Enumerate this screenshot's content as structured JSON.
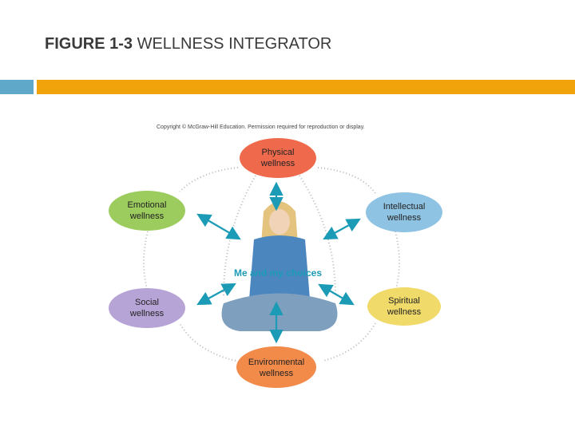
{
  "title": {
    "prefix": "FIGURE 1-3",
    "rest": "WELLNESS INTEGRATOR"
  },
  "copyright": "Copyright © McGraw-Hill Education. Permission required for reproduction or display.",
  "center_label": "Me and my choices",
  "colors": {
    "bar_left": "#5fa8c9",
    "bar_right": "#f0a30a",
    "arrow": "#1c9bb6"
  },
  "nodes": [
    {
      "id": "physical",
      "line1": "Physical",
      "line2": "wellness",
      "color": "#ef6a4c"
    },
    {
      "id": "intellectual",
      "line1": "Intellectual",
      "line2": "wellness",
      "color": "#8fc3e3"
    },
    {
      "id": "spiritual",
      "line1": "Spiritual",
      "line2": "wellness",
      "color": "#f0da6a"
    },
    {
      "id": "environmental",
      "line1": "Environmental",
      "line2": "wellness",
      "color": "#f28a49"
    },
    {
      "id": "social",
      "line1": "Social",
      "line2": "wellness",
      "color": "#b6a4d6"
    },
    {
      "id": "emotional",
      "line1": "Emotional",
      "line2": "wellness",
      "color": "#9ccb5e"
    }
  ]
}
